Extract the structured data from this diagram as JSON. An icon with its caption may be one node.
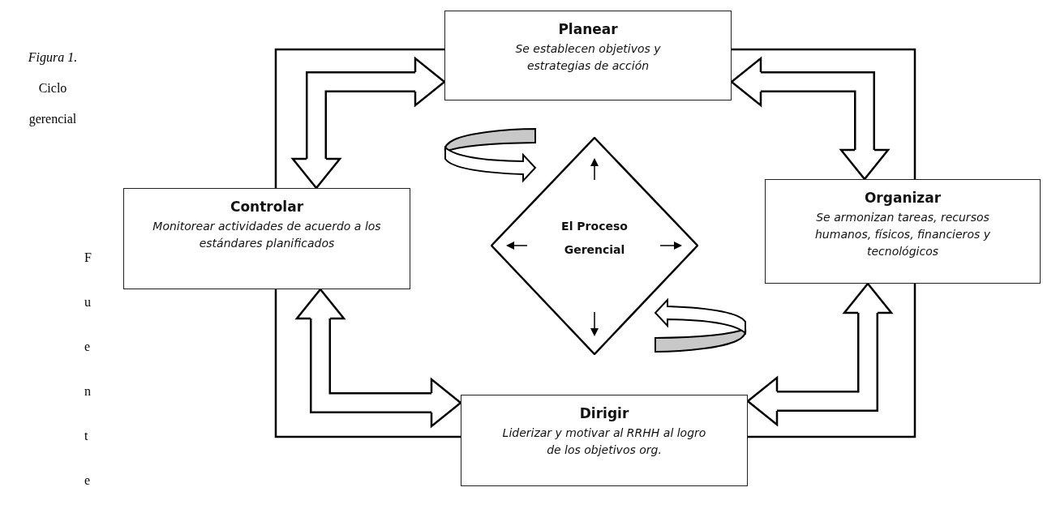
{
  "diagram": {
    "caption": "*Figura 1.* Ciclo gerencial",
    "nodes": [
      {
        "text": [
          "Planear",
          "Se establecen objetivos y estrategias de acción"
        ]
      },
      {
        "text": [
          "Organizar",
          "Se armonizan tareas, recursos humanos, físicos, financieros y tecnológicos"
        ]
      },
      {
        "text": [
          "Dirigir",
          "Liderizar y motivar al RRHH al logro de los objetivos org."
        ]
      },
      {
        "text": [
          "Controlar",
          "Monitorear actividades de acuerdo a los estándares planificados"
        ]
      },
      {
        "text": [
          "El Proceso Gerencial"
        ]
      }
    ],
    "edges": [
      {
        "from": 3,
        "to": 0,
        "arrow": "both"
      },
      {
        "from": 0,
        "to": 1,
        "arrow": "both"
      },
      {
        "from": 1,
        "to": 2,
        "arrow": "both"
      },
      {
        "from": 2,
        "to": 3,
        "arrow": "both"
      }
    ],
    "labels": [
      "Fuente"
    ]
  }
}
